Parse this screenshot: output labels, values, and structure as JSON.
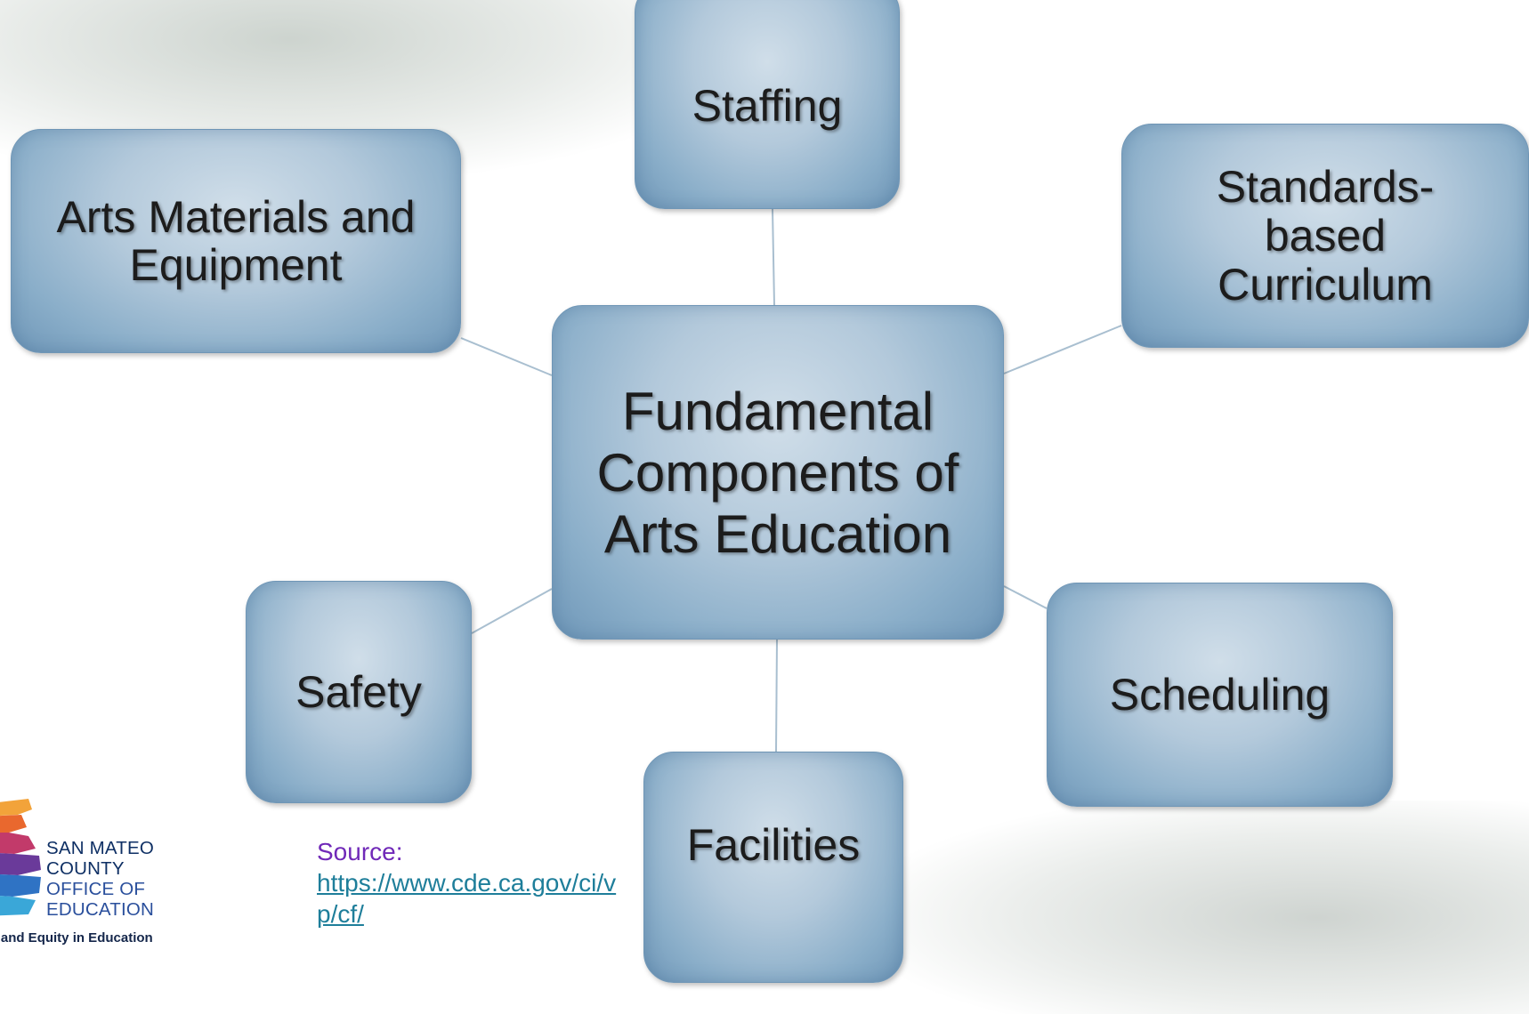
{
  "diagram": {
    "center": "Fundamental\nComponents of\nArts Education",
    "nodes": {
      "staffing": "Staffing",
      "materials": "Arts Materials and\nEquipment",
      "curriculum": "Standards-\nbased\nCurriculum",
      "safety": "Safety",
      "scheduling": "Scheduling",
      "facilities": "Facilities"
    }
  },
  "logo": {
    "line1": "SAN MATEO",
    "line2": "COUNTY",
    "line3": "OFFICE OF",
    "line4": "EDUCATION",
    "tagline": "ce and Equity in Education"
  },
  "source": {
    "label": "Source:",
    "link": "https://www.cde.ca.gov/ci/vp/cf/"
  },
  "colors": {
    "node_fill": "#b3c9db",
    "node_border": "#6f96b6",
    "connector": "#a9bfd0",
    "source_label": "#7029b8",
    "source_link": "#1e7e9a",
    "logo_navy": "#0e2f64"
  }
}
